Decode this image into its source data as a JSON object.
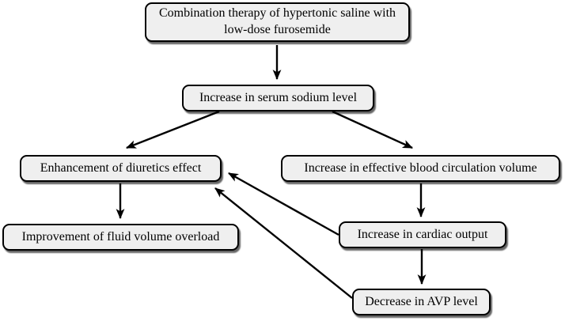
{
  "figure": {
    "type": "flowchart",
    "background_color": "#ffffff",
    "box_fill_color": "#efefef",
    "box_border_color": "#000000",
    "arrow_color": "#000000",
    "text_color": "#000000"
  },
  "nodes": {
    "combination": {
      "label": "Combination therapy of hypertonic saline with low-dose furosemide"
    },
    "serum": {
      "label": "Increase in serum sodium level"
    },
    "diuretics": {
      "label": "Enhancement of diuretics effect"
    },
    "circulation": {
      "label": "Increase in effective blood circulation volume"
    },
    "overload": {
      "label": "Improvement of fluid volume overload"
    },
    "cardiac": {
      "label": "Increase in cardiac output"
    },
    "avp": {
      "label": "Decrease in AVP level"
    }
  },
  "edges": [
    {
      "from": "combination",
      "to": "serum"
    },
    {
      "from": "serum",
      "to": "diuretics"
    },
    {
      "from": "serum",
      "to": "circulation"
    },
    {
      "from": "diuretics",
      "to": "overload"
    },
    {
      "from": "circulation",
      "to": "cardiac"
    },
    {
      "from": "cardiac",
      "to": "avp"
    },
    {
      "from": "cardiac",
      "to": "diuretics"
    },
    {
      "from": "avp",
      "to": "diuretics"
    }
  ]
}
